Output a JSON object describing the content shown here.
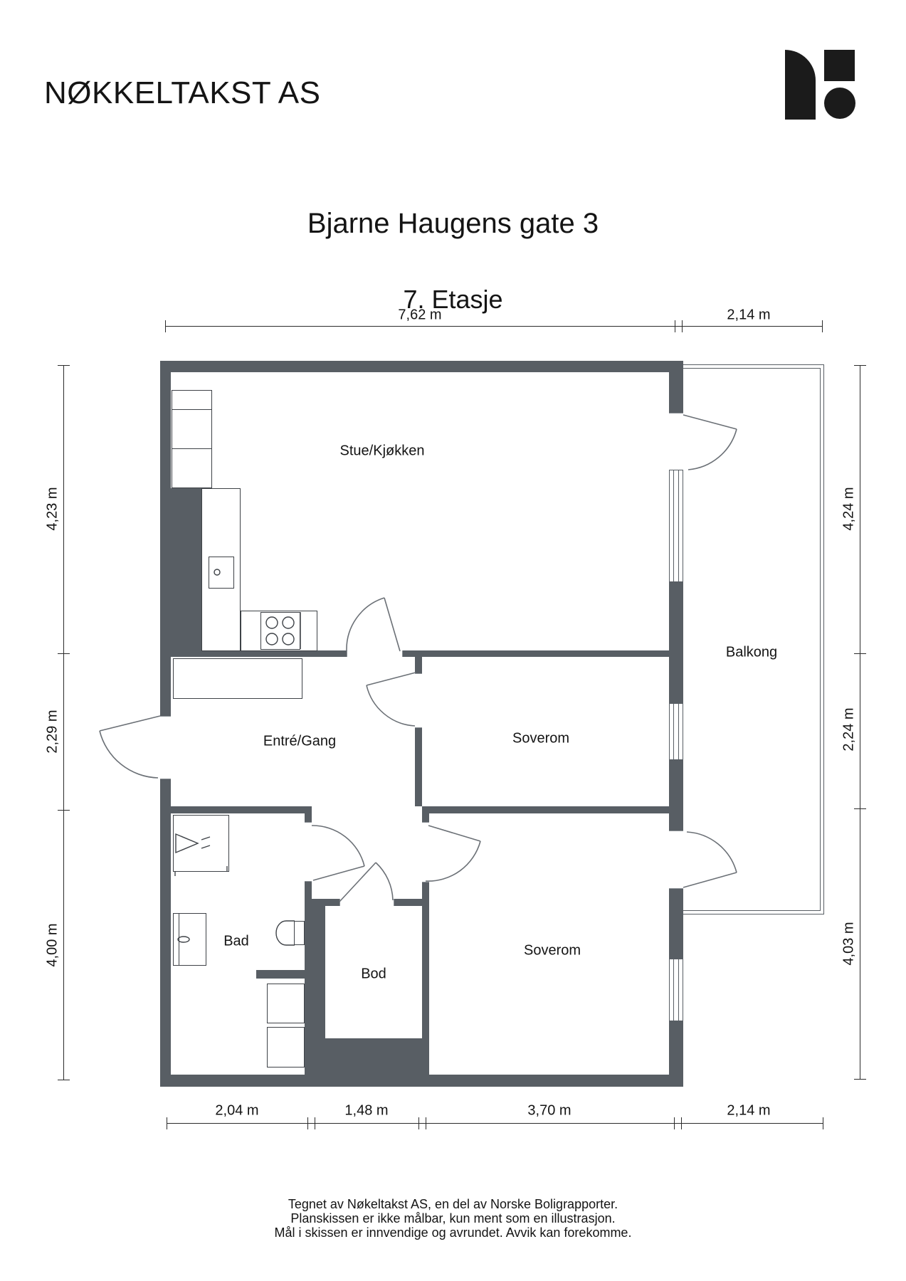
{
  "header": {
    "company": "NØKKELTAKST AS",
    "address": "Bjarne Haugens gate 3",
    "floor_title": "7. Etasje"
  },
  "logo": {
    "icon": "nokkeltakst-logo-icon"
  },
  "rooms": {
    "living": "Stue/Kjøkken",
    "balcony": "Balkong",
    "hall": "Entré/Gang",
    "bedroom1": "Soverom",
    "bath": "Bad",
    "storage": "Bod",
    "bedroom2": "Soverom"
  },
  "dimensions": {
    "top": [
      "7,62 m",
      "2,14 m"
    ],
    "bottom": [
      "2,04 m",
      "1,48 m",
      "3,70 m",
      "2,14 m"
    ],
    "left": [
      "4,23 m",
      "2,29 m",
      "4,00 m"
    ],
    "right": [
      "4,24 m",
      "2,24 m",
      "4,03 m"
    ]
  },
  "footer": {
    "line1": "Tegnet av Nøkeltakst AS, en del av Norske Boligrapporter.",
    "line2": "Planskissen er ikke målbar, kun ment som en illustrasjon.",
    "line3": "Mål i skissen er innvendige og avrundet. Avvik kan forekomme."
  },
  "colors": {
    "wall": "#585e64",
    "furn": "#3e4247",
    "door": "#6b7076",
    "dim": "#2b2b2b",
    "text": "#141414",
    "logo": "#1b1b1b"
  }
}
